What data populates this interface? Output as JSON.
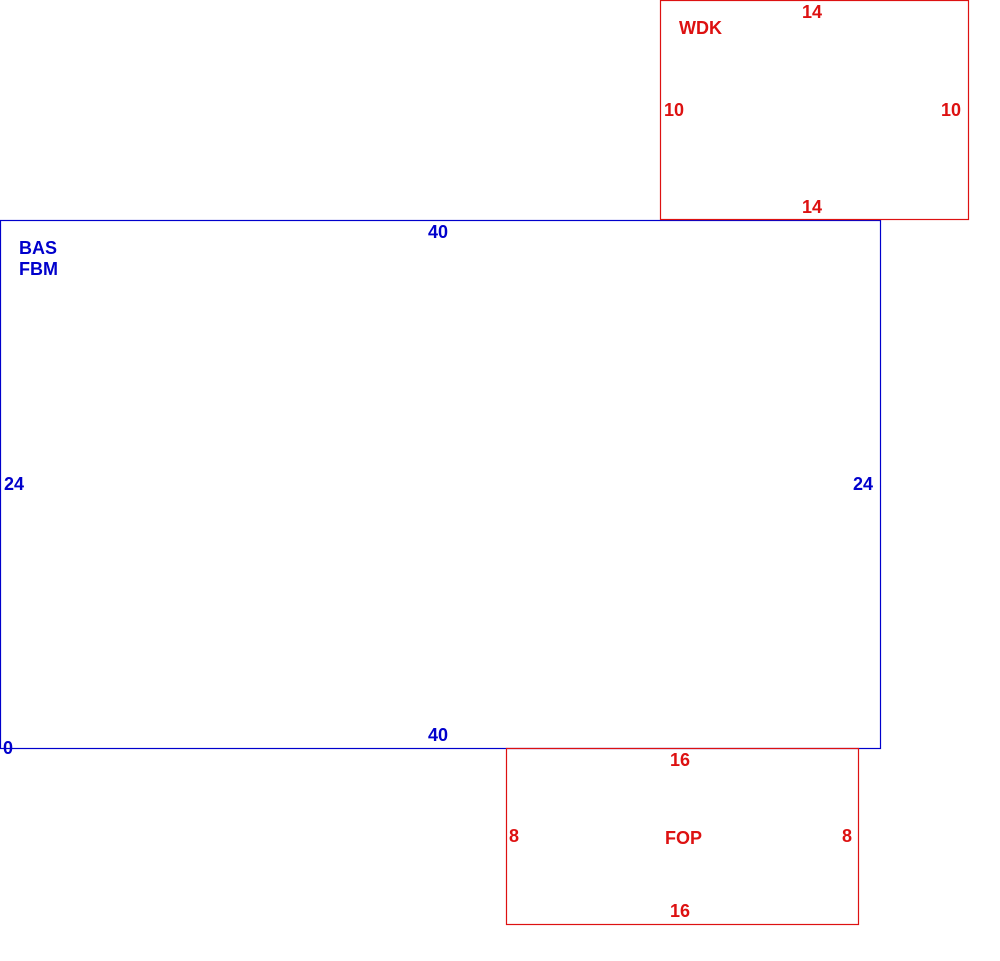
{
  "colors": {
    "main_area": "#0000cc",
    "addition": "#dd1111"
  },
  "areas": {
    "bas": {
      "codes": [
        "BAS",
        "FBM"
      ],
      "top_dim": "40",
      "bottom_dim": "40",
      "left_dim": "24",
      "right_dim": "24",
      "origin_marker": "0"
    },
    "wdk": {
      "code": "WDK",
      "top_dim": "14",
      "bottom_dim": "14",
      "left_dim": "10",
      "right_dim": "10"
    },
    "fop": {
      "code": "FOP",
      "top_dim": "16",
      "bottom_dim": "16",
      "left_dim": "8",
      "right_dim": "8"
    }
  }
}
